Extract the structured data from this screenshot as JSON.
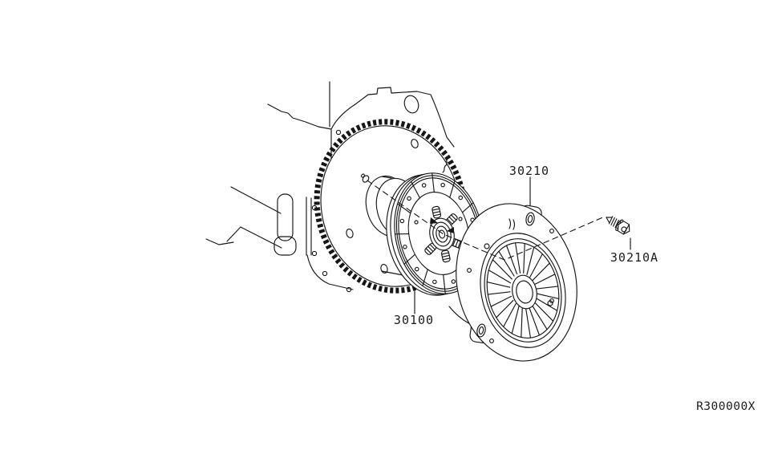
{
  "callouts": [
    {
      "part_number": "30210"
    },
    {
      "part_number": "30100"
    },
    {
      "part_number": "30210A"
    }
  ],
  "reference_code": "R300000X",
  "colors": {
    "line": "#161616",
    "background": "#ffffff"
  },
  "components": {
    "engine_block": "engine-block",
    "flywheel": "flywheel-ring-gear",
    "clutch_disc": "clutch-disc",
    "clutch_cover": "clutch-cover-pressure-plate",
    "bolt": "clutch-cover-bolt"
  }
}
